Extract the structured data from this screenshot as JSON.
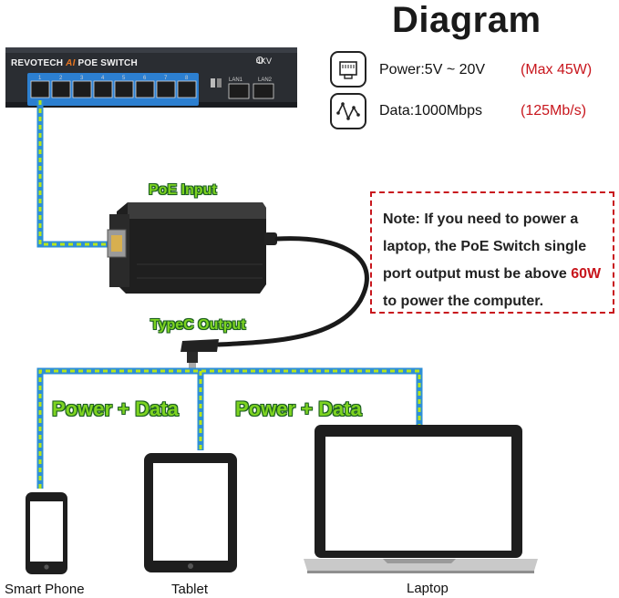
{
  "title": "Diagram",
  "specs": {
    "power_label": "Power:5V ~ 20V",
    "power_note": "(Max 45W)",
    "data_label": "Data:1000Mbps",
    "data_note": "(125Mb/s)"
  },
  "note": {
    "prefix": "Note: If you need to power a laptop, the PoE Switch single port output must be above ",
    "highlight": "60W",
    "suffix": " to power the computer."
  },
  "labels": {
    "poe_input": "PoE Input",
    "typec_output": "TypeC Output",
    "power_data_left": "Power + Data",
    "power_data_right": "Power + Data"
  },
  "switch": {
    "brand": "REVOTECH",
    "model_prefix": "AI",
    "model": "POE SWITCH",
    "rating": "4KV",
    "port_numbers": [
      "1",
      "2",
      "3",
      "4",
      "5",
      "6",
      "7",
      "8"
    ],
    "lan_labels": [
      "LAN1",
      "LAN2"
    ]
  },
  "devices": {
    "phone": "Smart Phone",
    "tablet": "Tablet",
    "laptop": "Laptop"
  },
  "colors": {
    "cable_blue": "#2e8fd6",
    "cable_green": "#b8e619",
    "accent_red": "#c8161d",
    "label_green": "#7dd321"
  },
  "icons": [
    "ethernet-port-icon",
    "data-signal-icon"
  ]
}
